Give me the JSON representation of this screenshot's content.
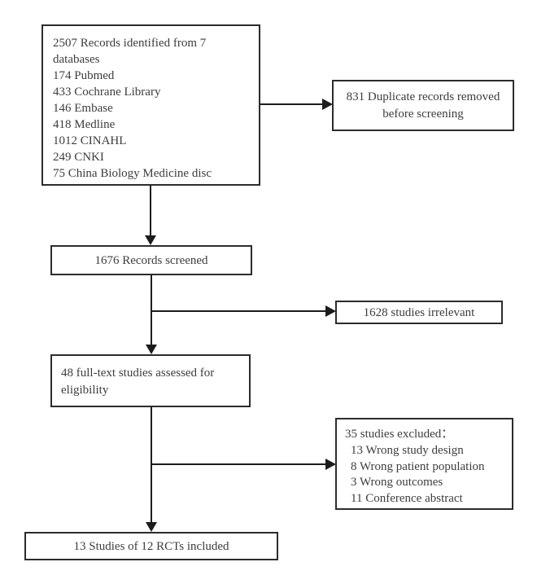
{
  "diagram": {
    "type": "prisma-flowchart",
    "identification": {
      "lines": [
        "2507 Records identified from 7 databases",
        "174 Pubmed",
        "433 Cochrane Library",
        "146 Embase",
        "418 Medline",
        "1012 CINAHL",
        "249 CNKI",
        "75 China Biology Medicine disc"
      ]
    },
    "duplicates_removed": {
      "text": "831 Duplicate records removed before screening"
    },
    "records_screened": {
      "text": "1676 Records screened"
    },
    "studies_irrelevant": {
      "text": "1628 studies irrelevant"
    },
    "fulltext_assessed": {
      "text": "48 full-text studies assessed for eligibility"
    },
    "studies_excluded": {
      "title": "35 studies excluded：",
      "reasons": [
        "13 Wrong study design",
        "8 Wrong patient population",
        "3 Wrong outcomes",
        "11 Conference abstract"
      ]
    },
    "studies_included": {
      "text": "13 Studies of 12 RCTs included"
    }
  },
  "colors": {
    "background": "#ffffff",
    "box_border": "#2b2b33",
    "text": "#3d3d3d",
    "connector": "#1c1c1c"
  }
}
